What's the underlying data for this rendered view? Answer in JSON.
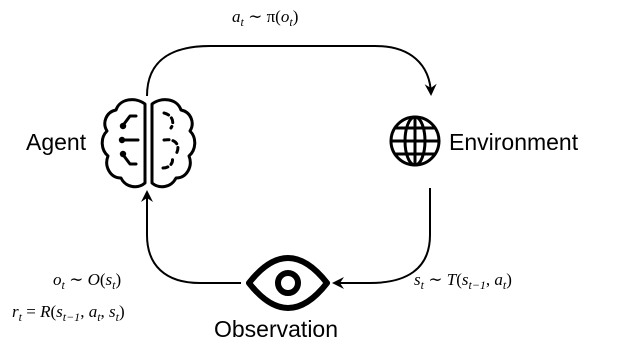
{
  "nodes": {
    "agent": {
      "label": "Agent",
      "icon": "brain-icon"
    },
    "environment": {
      "label": "Environment",
      "icon": "globe-icon"
    },
    "observation": {
      "label": "Observation",
      "icon": "eye-icon"
    }
  },
  "edges": {
    "agent_to_environment": {
      "segments": [
        {
          "text": "a",
          "italic": true
        },
        {
          "text": "t",
          "italic": true,
          "sub": true
        },
        {
          "text": " ∼ π(",
          "italic": false
        },
        {
          "text": "o",
          "italic": true
        },
        {
          "text": "t",
          "italic": true,
          "sub": true
        },
        {
          "text": ")",
          "italic": false
        }
      ]
    },
    "environment_to_observation": {
      "segments": [
        {
          "text": "s",
          "italic": true
        },
        {
          "text": "t",
          "italic": true,
          "sub": true
        },
        {
          "text": " ∼ ",
          "italic": false
        },
        {
          "text": "T",
          "italic": true
        },
        {
          "text": "(",
          "italic": false
        },
        {
          "text": "s",
          "italic": true
        },
        {
          "text": "t−1",
          "italic": true,
          "sub": true
        },
        {
          "text": ", ",
          "italic": false
        },
        {
          "text": "a",
          "italic": true
        },
        {
          "text": "t",
          "italic": true,
          "sub": true
        },
        {
          "text": ")",
          "italic": false
        }
      ]
    },
    "observation_to_agent": [
      {
        "segments": [
          {
            "text": "o",
            "italic": true
          },
          {
            "text": "t",
            "italic": true,
            "sub": true
          },
          {
            "text": " ∼ ",
            "italic": false
          },
          {
            "text": "O",
            "italic": true
          },
          {
            "text": "(",
            "italic": false
          },
          {
            "text": "s",
            "italic": true
          },
          {
            "text": "t",
            "italic": true,
            "sub": true
          },
          {
            "text": ")",
            "italic": false
          }
        ]
      },
      {
        "segments": [
          {
            "text": "r",
            "italic": true
          },
          {
            "text": "t",
            "italic": true,
            "sub": true
          },
          {
            "text": " = ",
            "italic": false
          },
          {
            "text": "R",
            "italic": true
          },
          {
            "text": "(",
            "italic": false
          },
          {
            "text": "s",
            "italic": true
          },
          {
            "text": "t−1",
            "italic": true,
            "sub": true
          },
          {
            "text": ", ",
            "italic": false
          },
          {
            "text": "a",
            "italic": true
          },
          {
            "text": "t",
            "italic": true,
            "sub": true
          },
          {
            "text": ", ",
            "italic": false
          },
          {
            "text": "s",
            "italic": true
          },
          {
            "text": "t",
            "italic": true,
            "sub": true
          },
          {
            "text": ")",
            "italic": false
          }
        ]
      }
    ]
  },
  "colors": {
    "ink": "#000000",
    "background": "#ffffff"
  }
}
